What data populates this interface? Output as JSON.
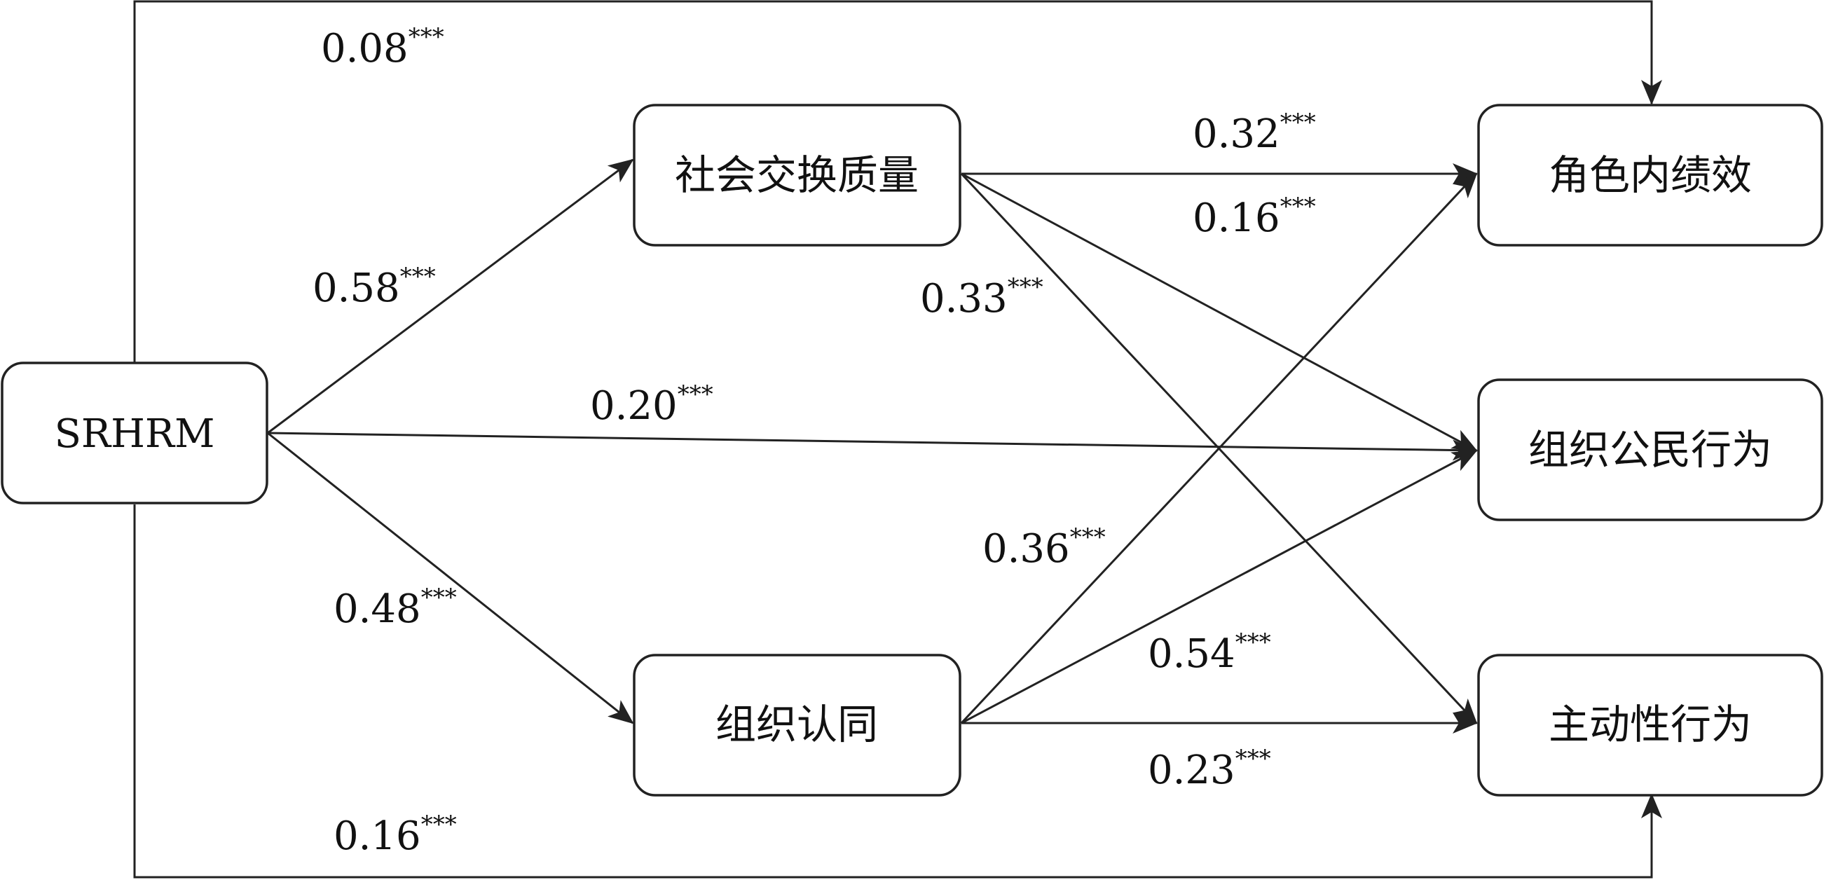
{
  "nodes": {
    "srhrm": "SRHRM",
    "social_exchange": "社会交换质量",
    "org_identification": "组织认同",
    "in_role": "角色内绩效",
    "ocb": "组织公民行为",
    "proactive": "主动性行为"
  },
  "paths": {
    "srhrm_to_in_role": {
      "coef": "0.08",
      "sig": "***"
    },
    "srhrm_to_social_exchange": {
      "coef": "0.58",
      "sig": "***"
    },
    "srhrm_to_ocb": {
      "coef": "0.20",
      "sig": "***"
    },
    "srhrm_to_org_identification": {
      "coef": "0.48",
      "sig": "***"
    },
    "srhrm_to_proactive": {
      "coef": "0.16",
      "sig": "***"
    },
    "social_exchange_to_in_role": {
      "coef": "0.32",
      "sig": "***"
    },
    "org_identification_to_in_role": {
      "coef": "0.16",
      "sig": "***"
    },
    "social_exchange_to_proactive": {
      "coef": "0.33",
      "sig": "***"
    },
    "org_identification_to_in_role_b": {
      "coef": "0.36",
      "sig": "***"
    },
    "org_identification_to_ocb": {
      "coef": "0.54",
      "sig": "***"
    },
    "org_identification_to_proactive": {
      "coef": "0.23",
      "sig": "***"
    }
  },
  "colors": {
    "stroke": "#222222",
    "background": "#ffffff"
  }
}
